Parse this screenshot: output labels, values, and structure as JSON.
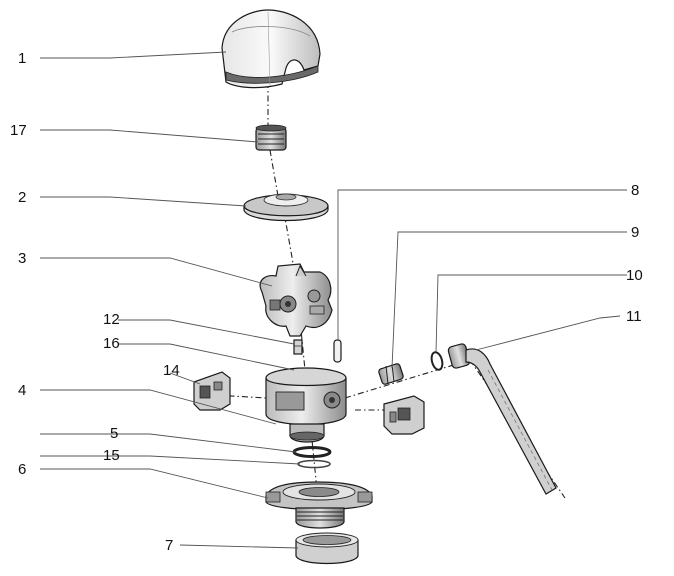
{
  "diagram": {
    "callouts": [
      {
        "id": "1",
        "text": "1"
      },
      {
        "id": "17",
        "text": "17"
      },
      {
        "id": "2",
        "text": "2"
      },
      {
        "id": "3",
        "text": "3"
      },
      {
        "id": "12",
        "text": "12"
      },
      {
        "id": "16",
        "text": "16"
      },
      {
        "id": "14",
        "text": "14"
      },
      {
        "id": "4",
        "text": "4"
      },
      {
        "id": "5",
        "text": "5"
      },
      {
        "id": "15",
        "text": "15"
      },
      {
        "id": "6",
        "text": "6"
      },
      {
        "id": "7",
        "text": "7"
      },
      {
        "id": "8",
        "text": "8"
      },
      {
        "id": "9",
        "text": "9"
      },
      {
        "id": "10",
        "text": "10"
      },
      {
        "id": "11",
        "text": "11"
      }
    ]
  }
}
